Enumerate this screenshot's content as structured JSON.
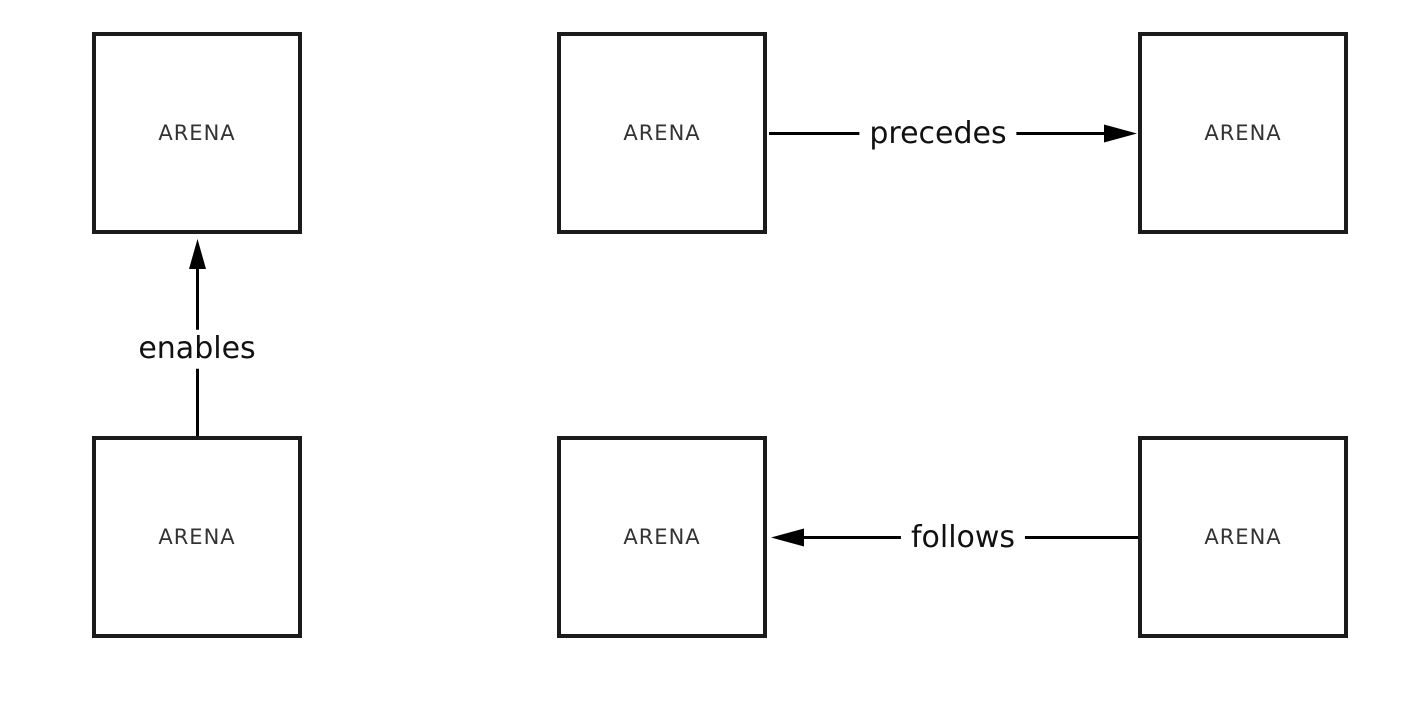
{
  "diagram": {
    "type": "relationship-diagram",
    "colors": {
      "background": "#ffffff",
      "box_border": "#1b1b1b",
      "box_fill": "#ffffff",
      "node_text": "#333333",
      "edge_line": "#000000",
      "edge_text": "#111111"
    },
    "nodes": [
      {
        "id": "top-left",
        "label": "ARENA"
      },
      {
        "id": "bottom-left",
        "label": "ARENA"
      },
      {
        "id": "top-middle",
        "label": "ARENA"
      },
      {
        "id": "top-right",
        "label": "ARENA"
      },
      {
        "id": "bottom-middle",
        "label": "ARENA"
      },
      {
        "id": "bottom-right",
        "label": "ARENA"
      }
    ],
    "edges": [
      {
        "label": "enables",
        "from": "bottom-left",
        "to": "top-left",
        "direction": "up"
      },
      {
        "label": "precedes",
        "from": "top-middle",
        "to": "top-right",
        "direction": "right"
      },
      {
        "label": "follows",
        "from": "bottom-right",
        "to": "bottom-middle",
        "direction": "left"
      }
    ]
  }
}
